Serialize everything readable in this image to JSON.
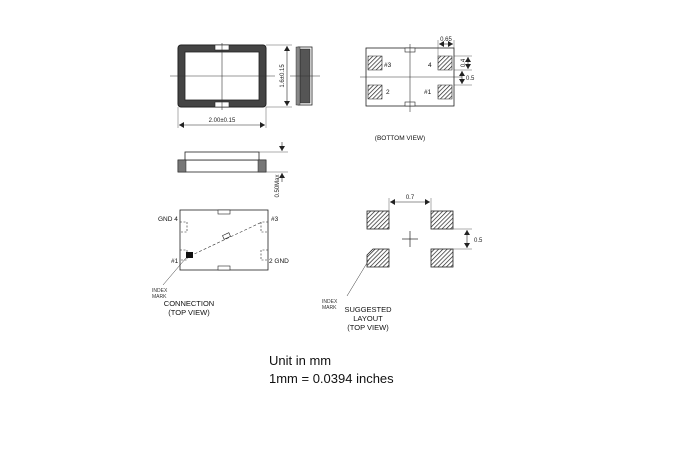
{
  "top_view": {
    "height_dim": "1.6±0.15",
    "width_dim": "2.00±0.15"
  },
  "bottom_view": {
    "pad_3": "#3",
    "pad_4": "4",
    "pad_2": "2",
    "pad_1": "#1",
    "dim_65": "0.65",
    "dim_04": "0.4",
    "dim_05": "0.5",
    "caption": "(BOTTOM VIEW)"
  },
  "side_view": {
    "height_dim": "0.50Max"
  },
  "connection": {
    "gnd4": "GND 4",
    "pin3": "#3",
    "pin1": "#1",
    "gnd2": "2 GND",
    "index_line1": "INDEX",
    "index_line2": "MARK",
    "caption_line1": "CONNECTION",
    "caption_line2": "(TOP VIEW)"
  },
  "layout": {
    "dim_07": "0.7",
    "dim_05": "0.5",
    "index_line1": "INDEX",
    "index_line2": "MARK",
    "caption_line1": "SUGGESTED",
    "caption_line2": "LAYOUT",
    "caption_line3": "(TOP VIEW)"
  },
  "units": {
    "line1": "Unit in mm",
    "line2": "1mm = 0.0394 inches"
  }
}
